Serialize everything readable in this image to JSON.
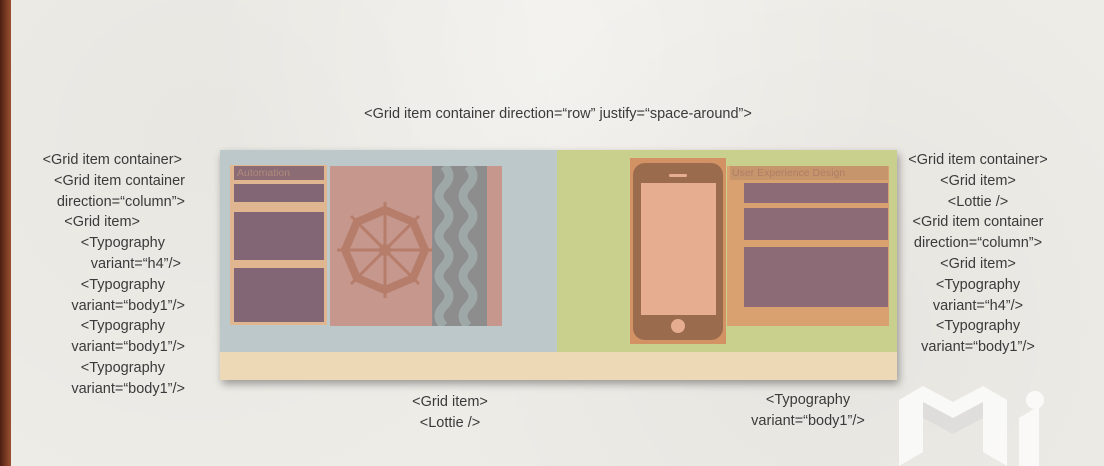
{
  "annotations": {
    "top": "<Grid item container direction=“row” justify=“space-around”>",
    "left": [
      "<Grid item container>",
      "<Grid item container",
      "direction=“column”>",
      "<Grid item>",
      "<Typography",
      "variant=“h4”/>",
      "<Typography",
      "variant=“body1”/>",
      "<Typography",
      "variant=“body1”/>",
      "<Typography",
      "variant=“body1”/>"
    ],
    "right": [
      "<Grid item container>",
      "<Grid item>",
      "<Lottie />",
      "<Grid item container",
      "direction=“column”>",
      "<Grid item>",
      "<Typography",
      "variant=“h4”/>",
      "<Typography",
      "variant=“body1”/>"
    ],
    "bottom_lottie": [
      "<Grid item>",
      "<Lottie />"
    ],
    "bottom_typography": [
      "<Typography",
      "variant=“body1”/>"
    ]
  },
  "mockup": {
    "left_heading": "Automation",
    "right_heading": "User Experience Design"
  },
  "colors": {
    "background": "#eeece7",
    "left_panel": "#bcc8c9",
    "right_panel": "#c9d08d",
    "bottom_band": "#eed9b6",
    "text_block": "#836675",
    "phone_body": "#9b6b4e"
  }
}
